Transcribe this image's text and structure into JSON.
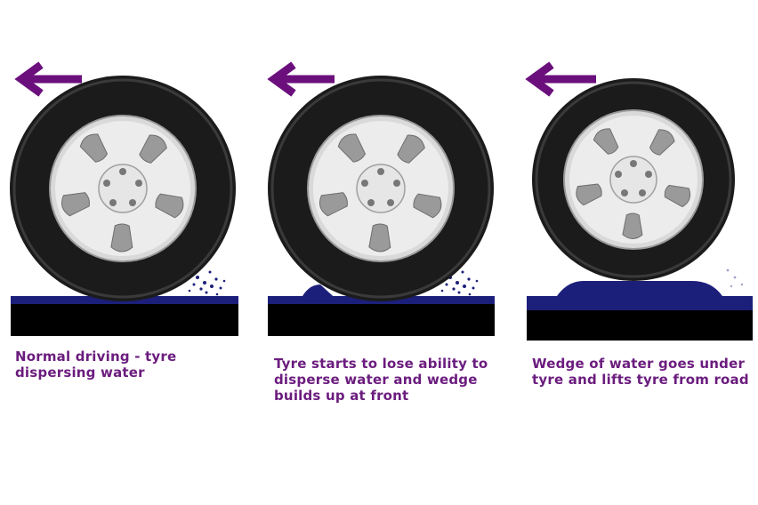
{
  "colors": {
    "caption": "#6b1c7e",
    "arrow": "#6b0f7d",
    "water": "#1c1f7a",
    "road": "#000000",
    "tyre": "#1b1b1b",
    "rim": "#d9d9d9"
  },
  "icons": {
    "arrow": "arrow-left-icon",
    "wheel": "tyre-icon"
  },
  "panels": [
    {
      "id": "normal",
      "caption_lines": [
        "Normal driving - tyre",
        "dispersing water"
      ]
    },
    {
      "id": "wedge-forming",
      "caption_lines": [
        "Tyre starts to lose ability to",
        "disperse water and wedge",
        "builds up at front"
      ]
    },
    {
      "id": "aquaplaning",
      "caption_lines": [
        "Wedge of water goes under",
        "tyre and lifts tyre from road"
      ]
    }
  ]
}
